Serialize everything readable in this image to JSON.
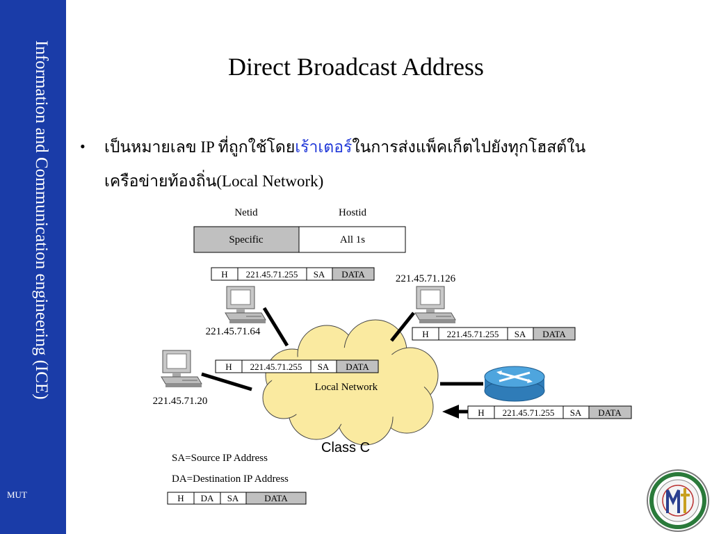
{
  "sidebar": {
    "vertical_title": "Information and Communication engineering (ICE)",
    "footer": "MUT",
    "color": "#1a3ca8"
  },
  "slide": {
    "title": "Direct Broadcast Address",
    "bullet_char": "•",
    "line1_a": "เป็นหมายเลข IP ที่ถูกใช้โดย",
    "line1_kw": "เร้าเตอร์",
    "line1_b": "ในการส่งแพ็คเก็ตไปยังทุกโฮสต์ใน",
    "line2": "เครือข่ายท้องถิ่น(Local Network)",
    "keyword_color": "#2038d8"
  },
  "address_format": {
    "netid_label": "Netid",
    "hostid_label": "Hostid",
    "netid_value": "Specific",
    "hostid_value": "All 1s"
  },
  "packet": {
    "h": "H",
    "dest": "221.45.71.255",
    "sa": "SA",
    "data": "DATA"
  },
  "hosts": {
    "host_126": "221.45.71.126",
    "host_64": "221.45.71.64",
    "host_20": "221.45.71.20"
  },
  "network": {
    "cloud_label": "Local Network",
    "class_label": "Class C"
  },
  "legend": {
    "sa": "SA=Source IP Address",
    "da": "DA=Destination IP Address",
    "fmt": {
      "h": "H",
      "da": "DA",
      "sa": "SA",
      "data": "DATA"
    }
  }
}
